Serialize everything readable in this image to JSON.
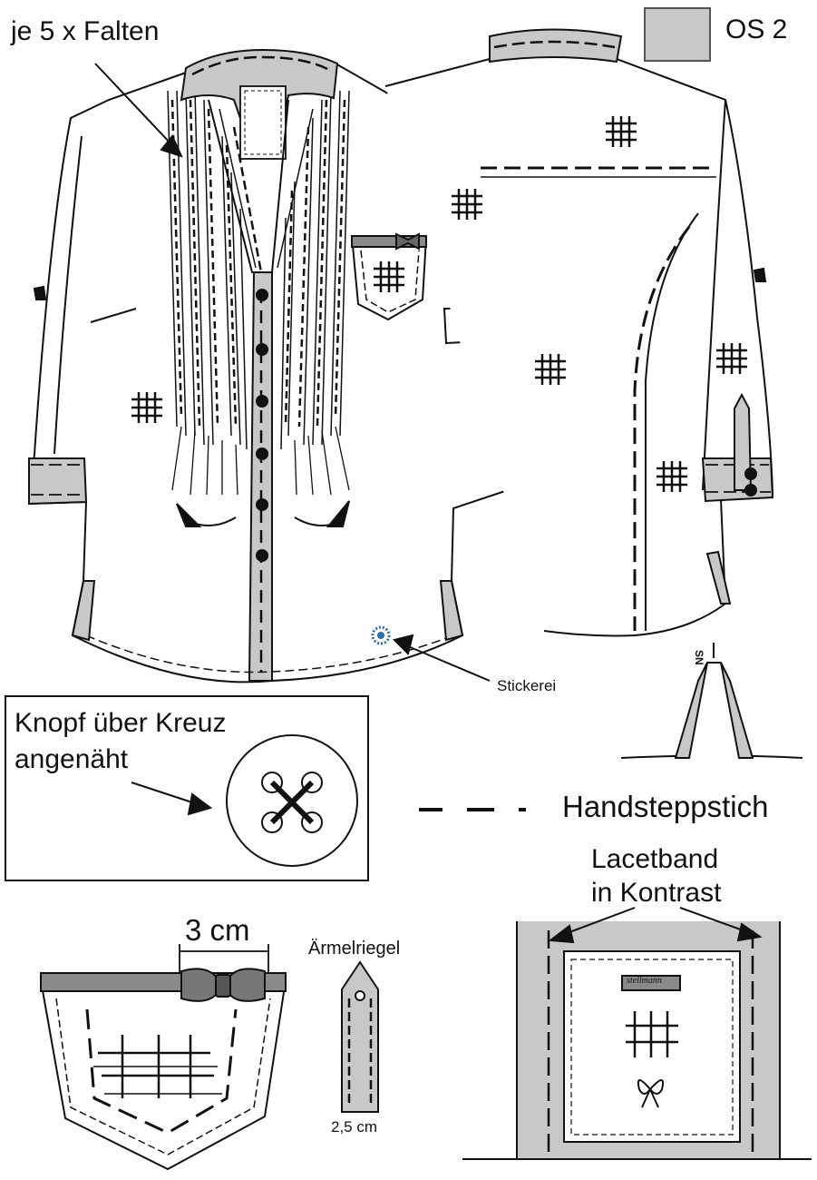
{
  "labels": {
    "falten": "je 5 x Falten",
    "style_code": "OS 2",
    "stickerei": "Stickerei",
    "knopf_line1": "Knopf über Kreuz",
    "knopf_line2": "angenäht",
    "handsteppstich": "Handsteppstich",
    "lacetband_line1": "Lacetband",
    "lacetband_line2": "in Kontrast",
    "pocket_width": "3 cm",
    "aermelriegel": "Ärmelriegel",
    "riegel_width": "2,5 cm",
    "sn": "SN",
    "brand": "steilmann"
  },
  "colors": {
    "contrast_gray": "#c8c8c8",
    "band_gray": "#8a8a8a",
    "outline": "#111111",
    "embroidery_blue": "#2a6fb0"
  },
  "icons": [
    "arrow-icon",
    "cross-stitch-button-icon",
    "bow-icon",
    "checker-patch-icon",
    "embroidery-icon"
  ]
}
